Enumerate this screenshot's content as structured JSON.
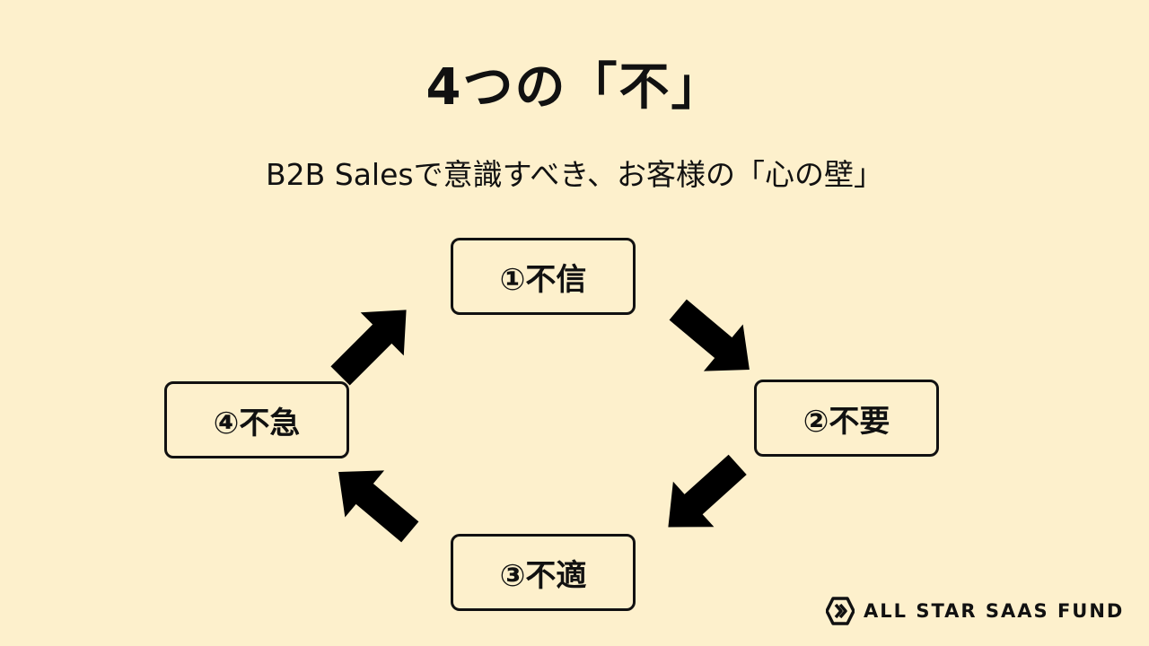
{
  "title": "4つの「不」",
  "subtitle": "B2B Salesで意識すべき、お客様の「心の壁」",
  "cycle": [
    {
      "label": "①不信"
    },
    {
      "label": "②不要"
    },
    {
      "label": "③不適"
    },
    {
      "label": "④不急"
    }
  ],
  "brand": {
    "name": "ALL STAR SAAS FUND"
  },
  "colors": {
    "background": "#fdf0cc",
    "ink": "#111111"
  }
}
